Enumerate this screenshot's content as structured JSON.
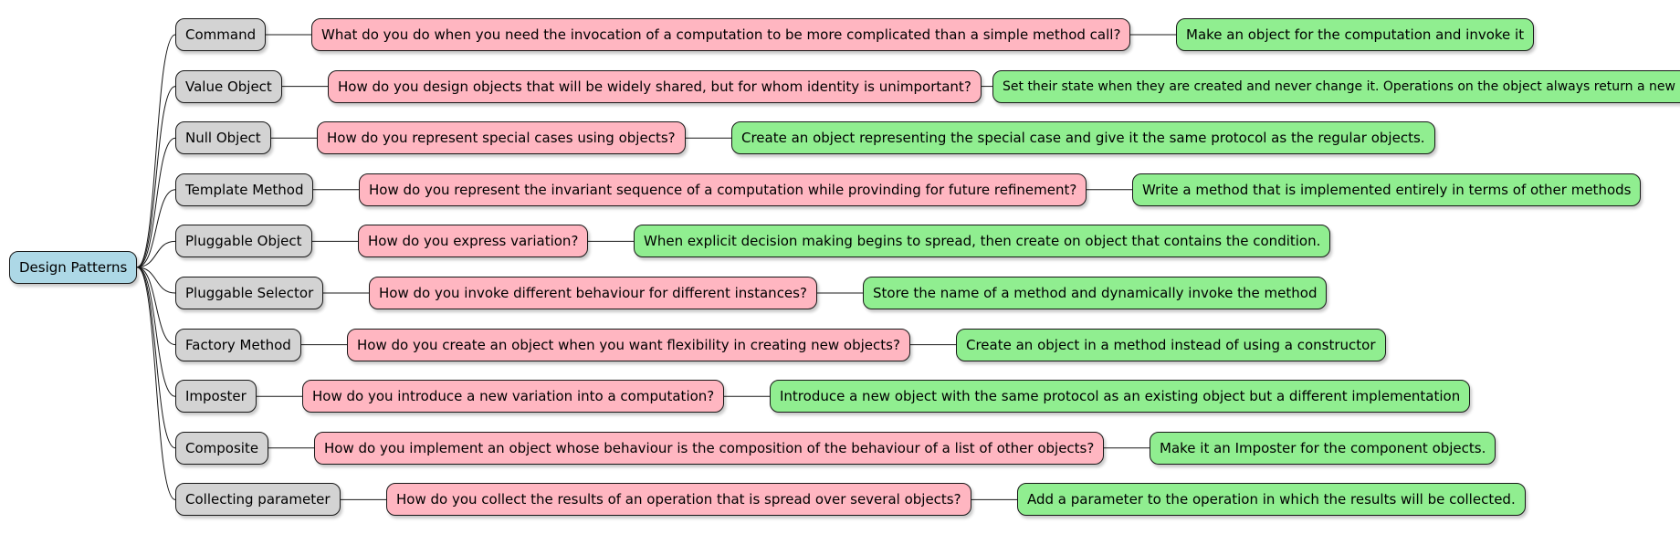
{
  "colors": {
    "root": "#add8e6",
    "pattern": "#d3d3d3",
    "question": "#ffb6c1",
    "answer": "#90ee90",
    "line": "#181818"
  },
  "root": {
    "label": "Design Patterns"
  },
  "patterns": [
    {
      "name": "Command",
      "question": "What do you do when you need the invocation of a computation to be more complicated than a simple method call?",
      "answer": "Make an object for the computation and invoke it"
    },
    {
      "name": "Value Object",
      "question": "How do you design objects that will be widely shared, but for whom identity is unimportant?",
      "answer": "Set their state when they are created and never change it. Operations on the object always return a new object"
    },
    {
      "name": "Null Object",
      "question": "How do you represent special cases using objects?",
      "answer": "Create an object representing the special case and give it the same protocol as the regular objects."
    },
    {
      "name": "Template Method",
      "question": "How do you represent the invariant sequence of a computation while provinding for future refinement?",
      "answer": "Write a method that is implemented entirely in terms of other methods"
    },
    {
      "name": "Pluggable Object",
      "question": "How do you express variation?",
      "answer": "When explicit decision making begins to spread, then create on object that contains the condition."
    },
    {
      "name": "Pluggable Selector",
      "question": "How do you invoke different behaviour for different instances?",
      "answer": "Store the name of a method and dynamically invoke the method"
    },
    {
      "name": "Factory Method",
      "question": "How do you create an object when you want flexibility in creating new objects?",
      "answer": "Create an object in a method instead of using a constructor"
    },
    {
      "name": "Imposter",
      "question": "How do you introduce a new variation into a computation?",
      "answer": "Introduce a new object with the same protocol as an existing object but a different implementation"
    },
    {
      "name": "Composite",
      "question": "How do you implement an object whose behaviour is the composition of the behaviour of a list of other objects?",
      "answer": "Make it an Imposter for the component objects."
    },
    {
      "name": "Collecting parameter",
      "question": "How do you collect the results of an operation that is spread over several objects?",
      "answer": "Add a parameter to the operation in which the results will be collected."
    }
  ]
}
